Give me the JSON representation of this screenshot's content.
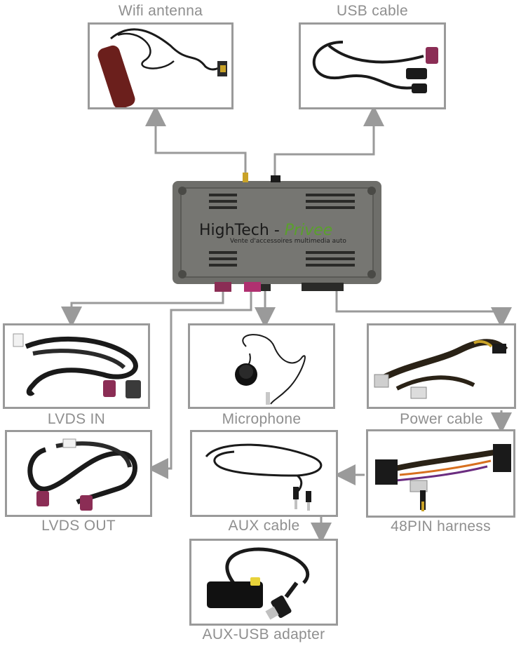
{
  "components": {
    "wifi": "Wifi antenna",
    "usb": "USB cable",
    "lvds_in": "LVDS IN",
    "microphone": "Microphone",
    "power": "Power cable",
    "lvds_out": "LVDS OUT",
    "aux": "AUX cable",
    "harness": "48PIN harness",
    "aux_usb": "AUX-USB adapter"
  },
  "device": {
    "brand_main": "HighTech - ",
    "brand_accent": "Privee",
    "tagline": "Vente d'accessoires multimedia auto"
  },
  "colors": {
    "frame": "#9a9a9a",
    "arrow": "#9a9a9a",
    "label": "#8f8f8f",
    "device_body": "#6e6e6a",
    "brand_accent": "#5aa02c",
    "fakra_pink": "#8b2d55",
    "cable": "#1a1a1a"
  }
}
